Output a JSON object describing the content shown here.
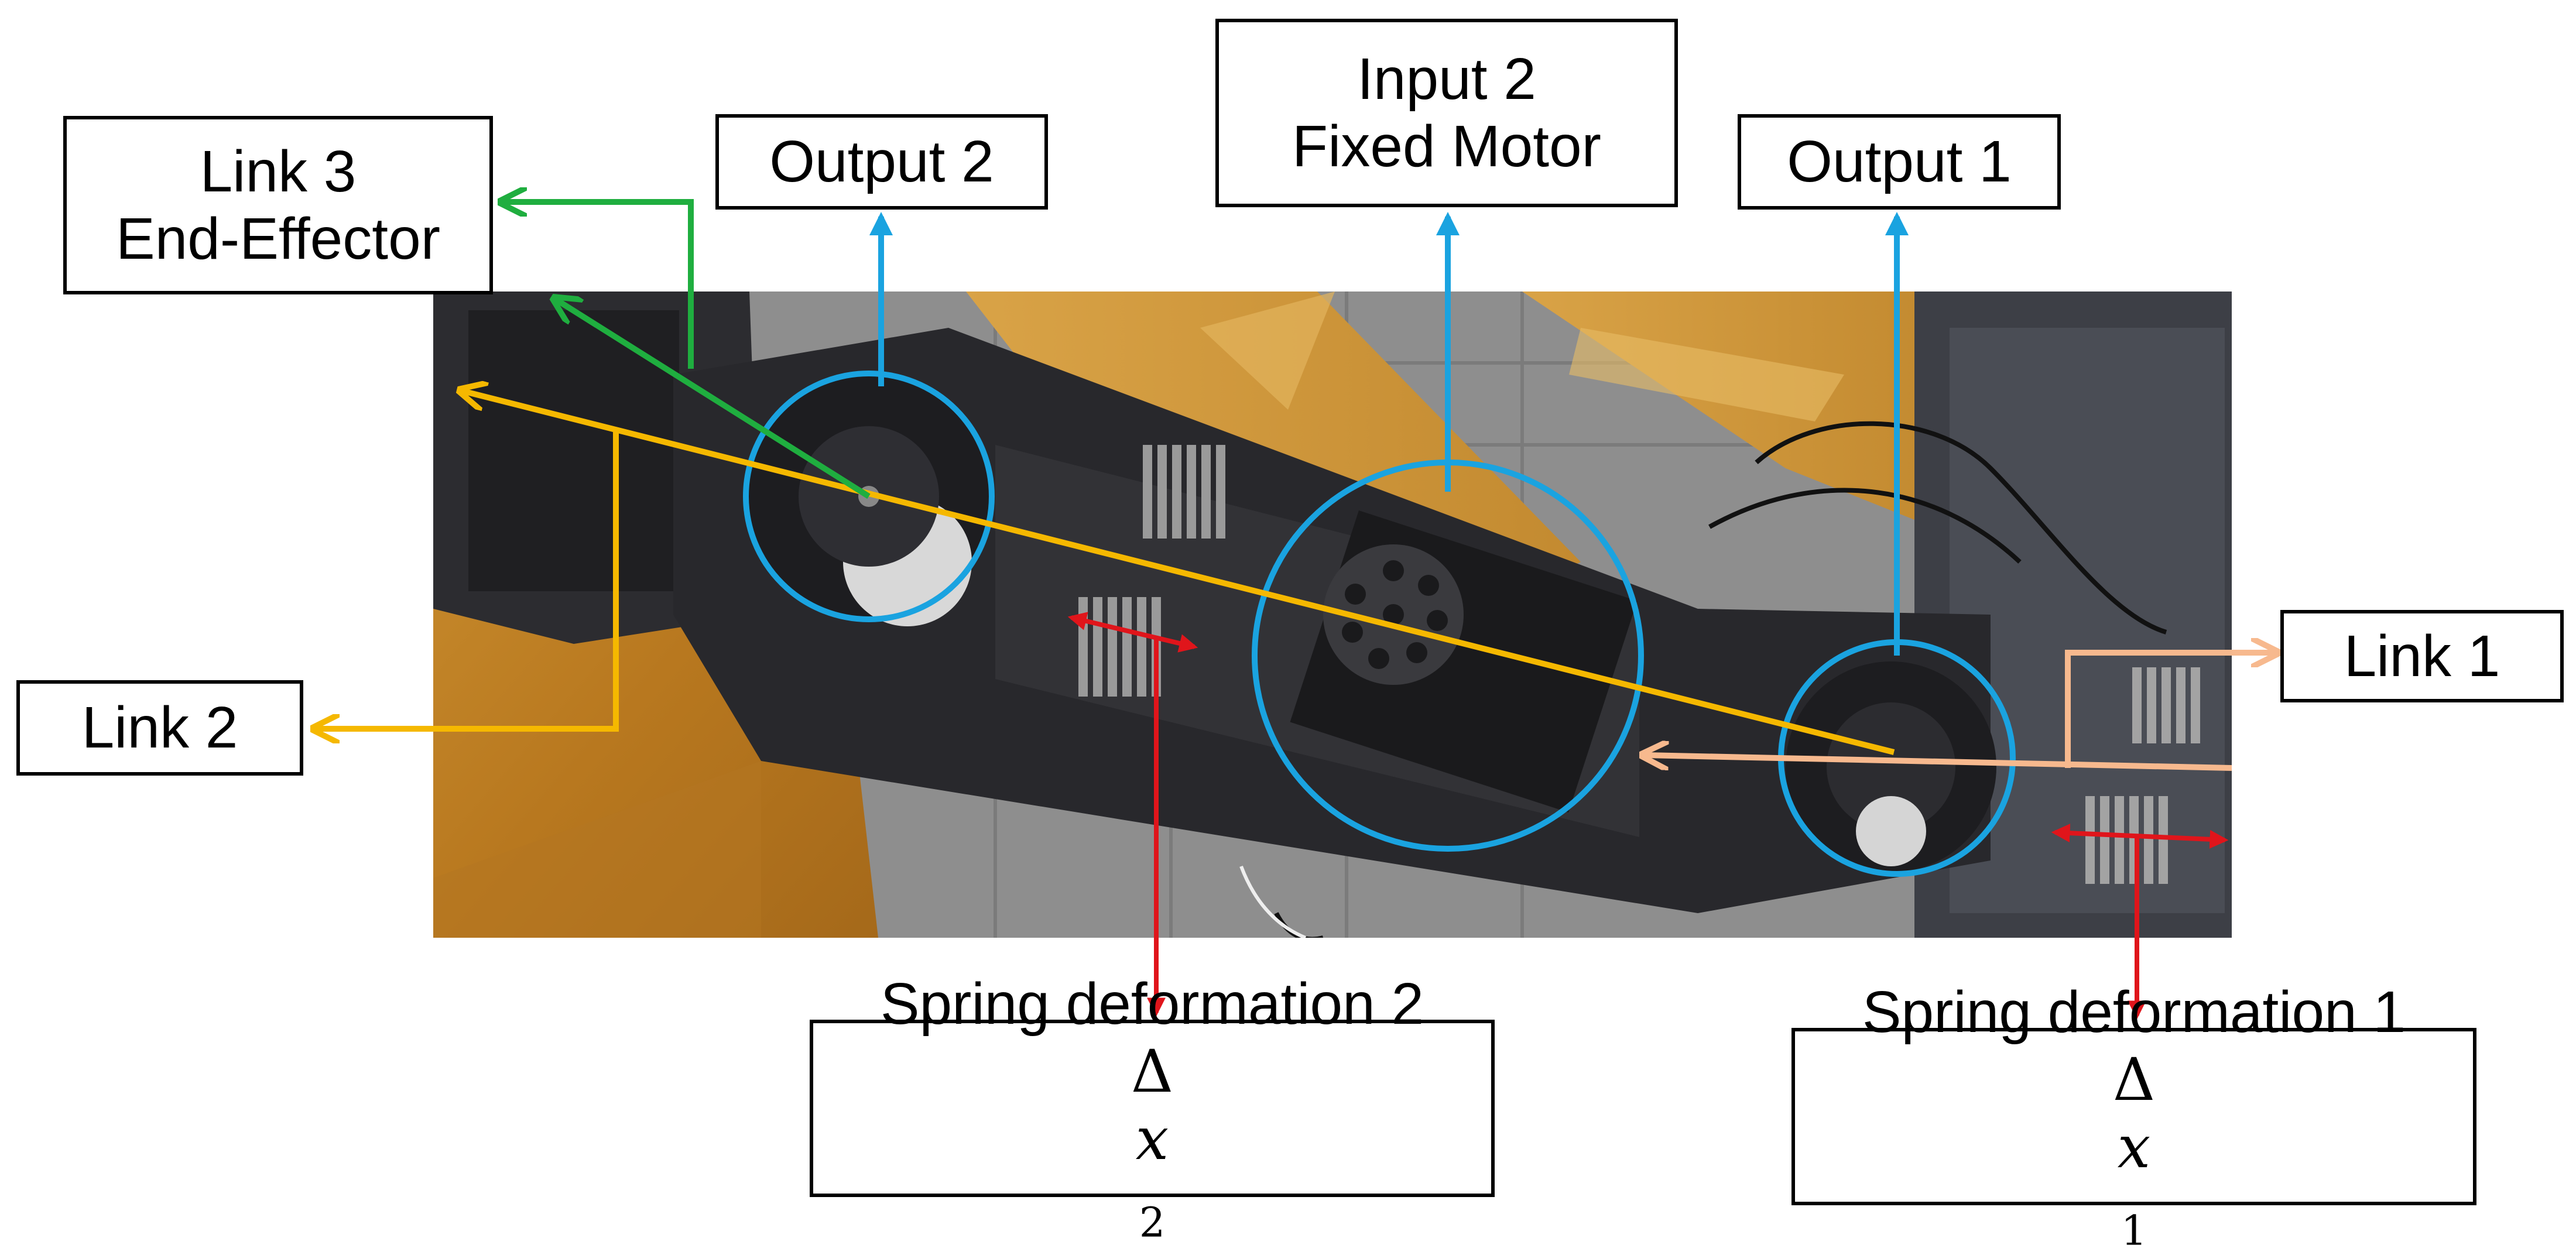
{
  "labels": {
    "link3_line1": "Link 3",
    "link3_line2": "End-Effector",
    "output2": "Output 2",
    "input2_line1": "Input 2",
    "input2_line2": "Fixed Motor",
    "output1": "Output 1",
    "link1": "Link 1",
    "link2": "Link 2",
    "spring2_line1": "Spring deformation 2",
    "spring2_delta": "Δ",
    "spring2_var": "x",
    "spring2_sub": "2",
    "spring1_line1": "Spring deformation 1",
    "spring1_delta": "Δ",
    "spring1_var": "x",
    "spring1_sub": "1"
  },
  "colors": {
    "output_arrows": "#1aa3e0",
    "link2_line": "#f5b800",
    "link3_arrow": "#1fae3f",
    "link1_arrow": "#f7b98e",
    "spring_arrows": "#e0151b",
    "box_border": "#000000"
  }
}
